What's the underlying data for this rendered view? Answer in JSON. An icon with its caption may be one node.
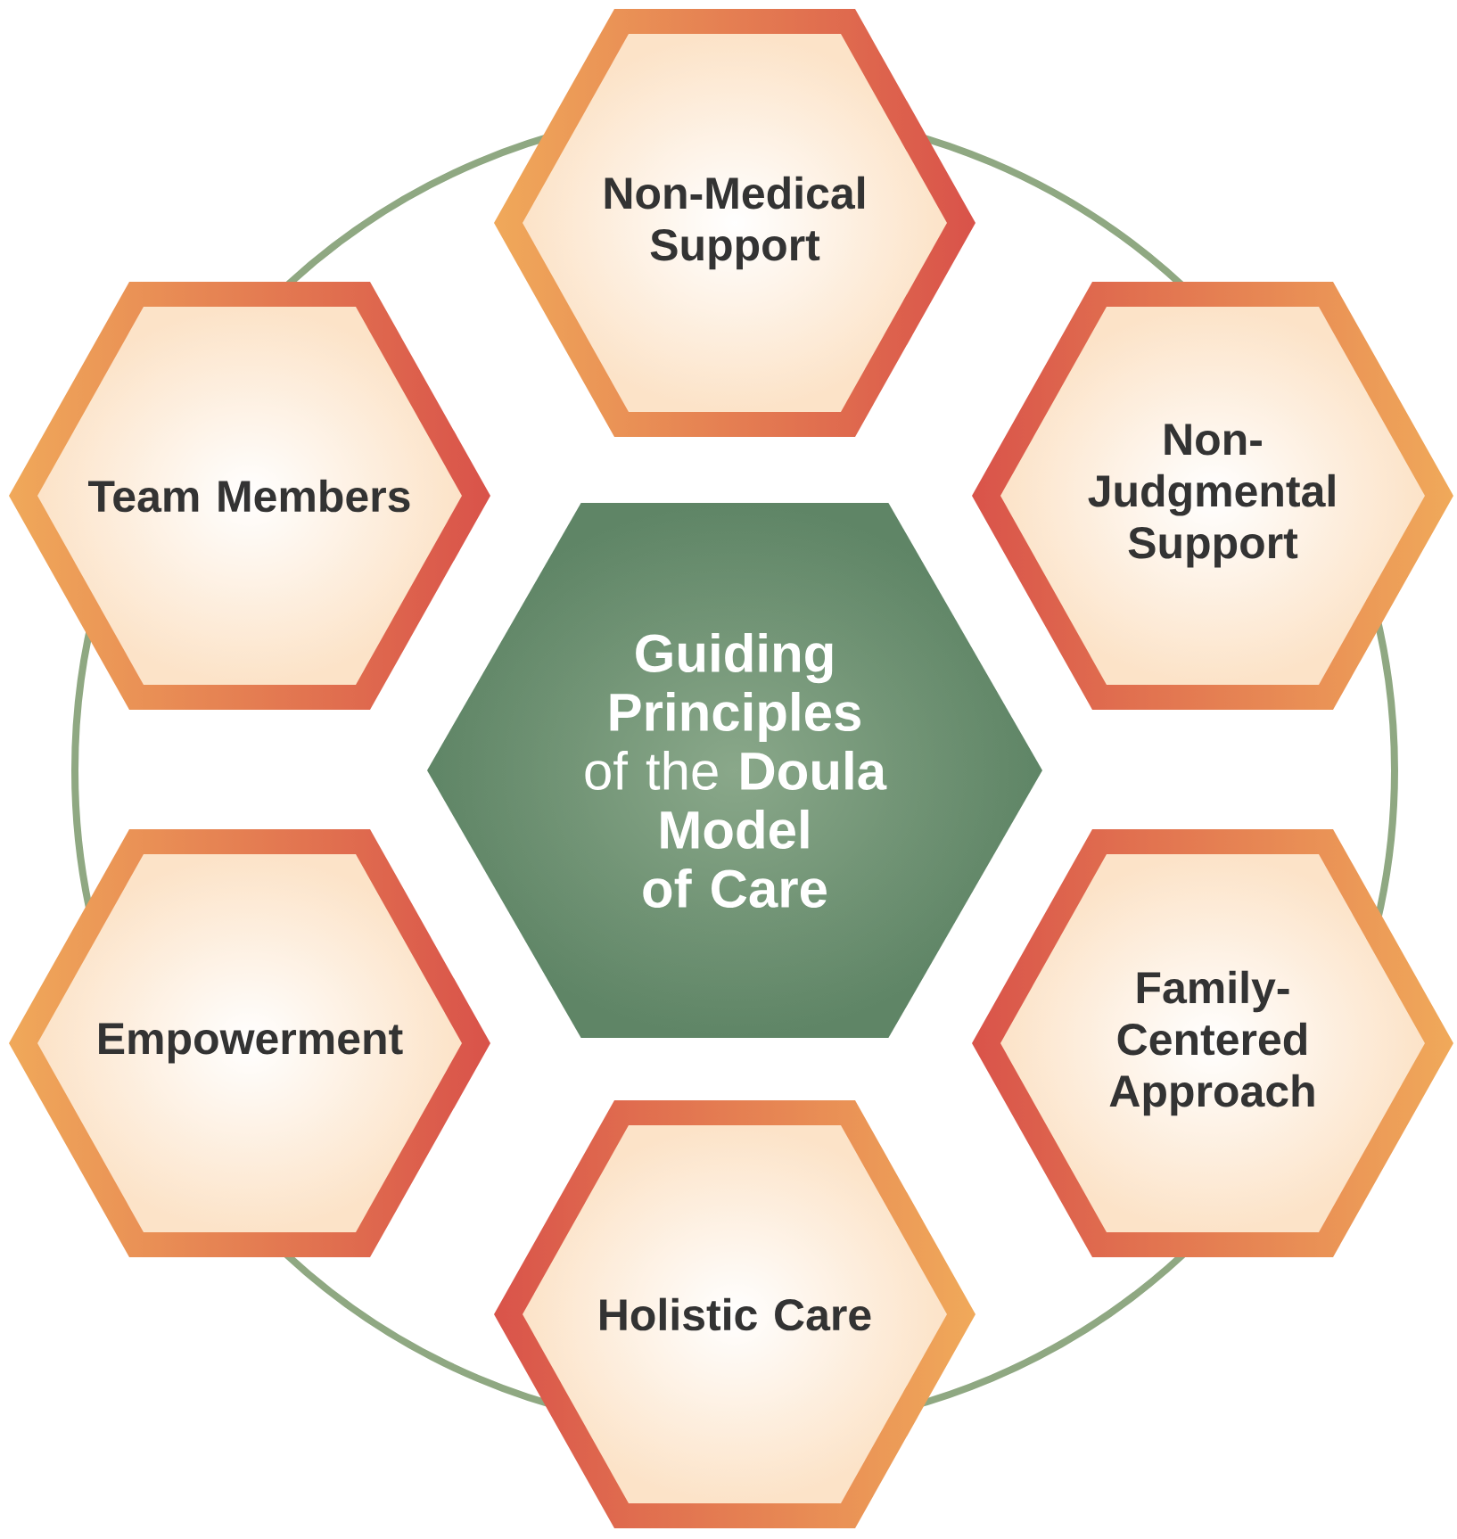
{
  "diagram": {
    "nodes": [
      {
        "text": [
          "**Guiding Principles** of the **Doula Model of Care**"
        ]
      },
      {
        "text": [
          "Non-Medical Support"
        ]
      },
      {
        "text": [
          "Non-Judgmental Support"
        ]
      },
      {
        "text": [
          "Family-Centered Approach"
        ]
      },
      {
        "text": [
          "Holistic Care"
        ]
      },
      {
        "text": [
          "Empowerment"
        ]
      },
      {
        "text": [
          "Team Members"
        ]
      }
    ]
  }
}
